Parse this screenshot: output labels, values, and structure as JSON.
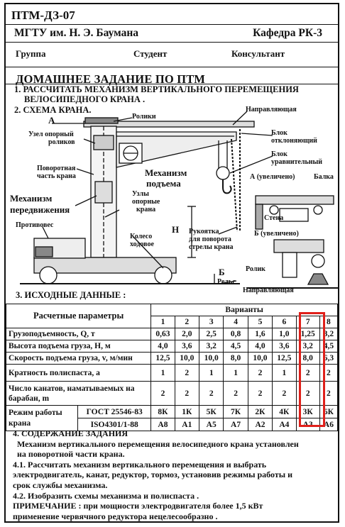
{
  "header": {
    "code": "ПТМ-ДЗ-07",
    "university": "МГТУ им. Н. Э. Баумана",
    "department": "Кафедра РК-3",
    "group_label": "Группа",
    "student_label": "Студент",
    "consultant_label": "Консультант"
  },
  "title": "ДОМАШНЕЕ ЗАДАНИЕ ПО ПТМ",
  "task1_line1": "1. РАССЧИТАТЬ МЕХАНИЗМ ВЕРТИКАЛЬНОГО ПЕРЕМЕЩЕНИЯ",
  "task1_line2": "ВЕЛОСИПЕДНОГО КРАНА .",
  "task2": "2. СХЕМА КРАНА.",
  "task3": "3. ИСХОДНЫЕ ДАННЫЕ :",
  "diagram_labels": {
    "a_mark": "А",
    "b_mark": "Б",
    "rolls": "Ролики",
    "guide_top": "Направляющая",
    "support_rollers_1": "Узел опорный",
    "support_rollers_2": "роликов",
    "rotary_part_1": "Поворотная",
    "rotary_part_2": "часть крана",
    "deflect_block_1": "Блок",
    "deflect_block_2": "отклоняющий",
    "eq_block_1": "Блок",
    "eq_block_2": "уравнительный",
    "lift_mech_1": "Механизм",
    "lift_mech_2": "подъема",
    "travel_mech_1": "Механизм",
    "travel_mech_2": "передвижения",
    "support_units_1": "Узлы",
    "support_units_2": "опорные",
    "support_units_3": "крана",
    "a_enlarged": "А (увеличено)",
    "beam": "Балка",
    "wall": "Стена",
    "counterweight": "Противовес",
    "h_mark": "Н",
    "wheel_1": "Колесо",
    "wheel_2": "ходовое",
    "handle_1": "Рукоятка",
    "handle_2": "для поворота",
    "handle_3": "стрелы крана",
    "b_enlarged": "Б (увеличено)",
    "roller": "Ролик",
    "rail": "Рельс",
    "guide_bottom": "Направляющая"
  },
  "table": {
    "header_param": "Расчетные параметры",
    "header_variants": "Варианты",
    "variant_numbers": [
      "1",
      "2",
      "3",
      "4",
      "5",
      "6",
      "7",
      "8"
    ],
    "rows": [
      {
        "name": "Грузоподъемность, Q, т",
        "values": [
          "0,63",
          "2,0",
          "2,5",
          "0,8",
          "1,6",
          "1,0",
          "1,25",
          "3,2"
        ]
      },
      {
        "name": "Высота подъема груза, Н, м",
        "values": [
          "4,0",
          "3,6",
          "3,2",
          "4,5",
          "4,0",
          "3,6",
          "3,2",
          "4,5"
        ]
      },
      {
        "name": "Скорость подъема груза, v, м/мин",
        "values": [
          "12,5",
          "10,0",
          "10,0",
          "8,0",
          "10,0",
          "12,5",
          "8,0",
          "6,3"
        ]
      },
      {
        "name": "Кратность полиспаста, а",
        "values": [
          "1",
          "2",
          "1",
          "1",
          "2",
          "1",
          "2",
          "2"
        ]
      },
      {
        "name_l1": "Число канатов, наматываемых на",
        "name_l2": "барабан, m",
        "values": [
          "2",
          "2",
          "2",
          "2",
          "2",
          "2",
          "2",
          "2"
        ]
      }
    ],
    "mode_label_1": "Режим работы",
    "mode_label_2": "крана",
    "gost_label": "ГОСТ 25546-83",
    "gost_values": [
      "8К",
      "1К",
      "5К",
      "7К",
      "2К",
      "4К",
      "3К",
      "6К"
    ],
    "iso_label": "ISO4301/1-88",
    "iso_values": [
      "А8",
      "А1",
      "А5",
      "А7",
      "А2",
      "А4",
      "А3",
      "А6"
    ]
  },
  "content": {
    "l1": "4. СОДЕРЖАНИЕ ЗАДАНИЯ",
    "l2": "Механизм вертикального перемещения  велосипедного крана установлен",
    "l3": "на поворотной части крана.",
    "l4": "4.1. Рассчитать механизм вертикального перемещения и выбрать",
    "l5": "электродвигатель, канат, редуктор, тормоз, установив режимы работы и",
    "l6": "срок службы механизма.",
    "l7": "4.2. Изобразить схемы механизма и полиспаста .",
    "l8": "ПРИМЕЧАНИЕ : при мощности электродвигателя более 1,5 кВт",
    "l9": "применение червячного редуктора  нецелесообразно ."
  },
  "highlight_color": "#e0201a",
  "highlighted_variant": "7"
}
